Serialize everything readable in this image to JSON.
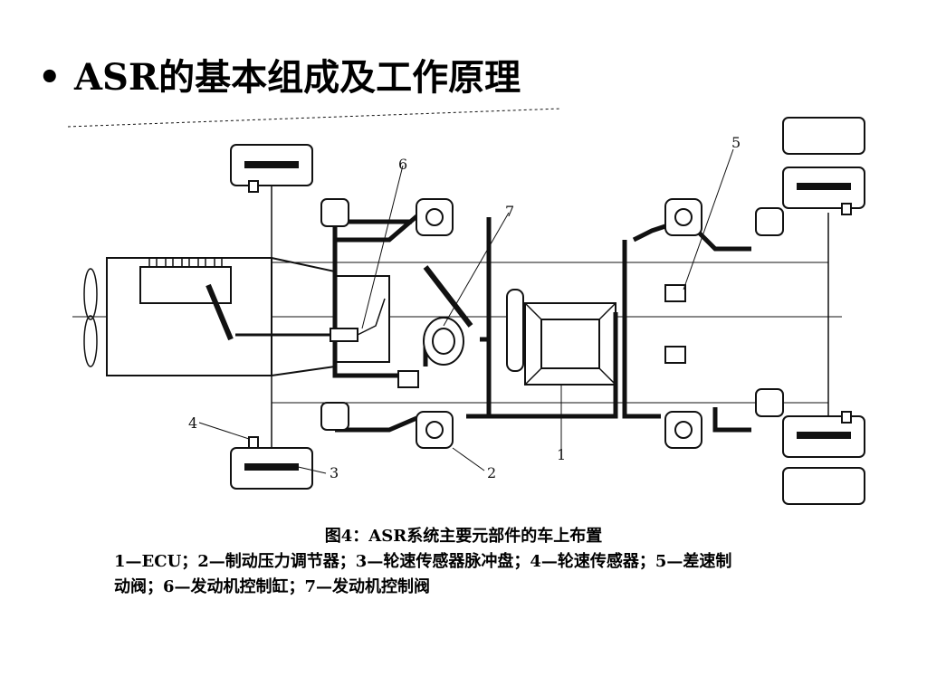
{
  "slide": {
    "bullet": "•",
    "title": "ASR的基本组成及工作原理"
  },
  "figure": {
    "caption": "图4：ASR系统主要元部件的车上布置",
    "legend_line1": "1—ECU；2—制动压力调节器；3—轮速传感器脉冲盘；4—轮速传感器；5—差速制",
    "legend_line2": "动阀；6—发动机控制缸；7—发动机控制阀",
    "callouts": [
      "1",
      "2",
      "3",
      "4",
      "5",
      "6",
      "7"
    ]
  }
}
